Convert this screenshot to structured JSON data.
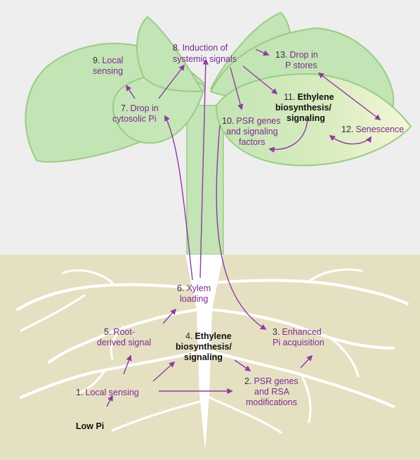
{
  "colors": {
    "sky": "#eeeeee",
    "soil": "#e6e0c3",
    "leaf_fill": "#c3e4b4",
    "leaf_edge": "#9acc86",
    "senescent_leaf": "#eef2c6",
    "root": "#ffffff",
    "arrow": "#8e3ca2",
    "label_text": "#7a2c8e",
    "emphasis_text": "#111111"
  },
  "steps": {
    "s1": {
      "num": "1.",
      "lines": [
        "Local sensing"
      ]
    },
    "s2": {
      "num": "2.",
      "lines": [
        "PSR genes",
        "and RSA",
        "modifications"
      ]
    },
    "s3": {
      "num": "3.",
      "lines": [
        "Enhanced",
        "Pi acquisition"
      ]
    },
    "s4": {
      "num": "4.",
      "lines": [
        "Ethylene",
        "biosynthesis/",
        "signaling"
      ]
    },
    "s5": {
      "num": "5.",
      "lines": [
        "Root-",
        "derived signal"
      ]
    },
    "s6": {
      "num": "6.",
      "lines": [
        "Xylem",
        "loading"
      ]
    },
    "s7": {
      "num": "7.",
      "lines": [
        "Drop in",
        "cytosolic Pi"
      ]
    },
    "s8": {
      "num": "8.",
      "lines": [
        "Induction of",
        "systemic signals"
      ]
    },
    "s9": {
      "num": "9.",
      "lines": [
        "Local",
        "sensing"
      ]
    },
    "s10": {
      "num": "10.",
      "lines": [
        "PSR genes",
        "and signaling",
        "factors"
      ]
    },
    "s11": {
      "num": "11.",
      "lines": [
        "Ethylene",
        "biosynthesis/",
        "signaling"
      ]
    },
    "s12": {
      "num": "12.",
      "lines": [
        "Senescence"
      ]
    },
    "s13": {
      "num": "13.",
      "lines": [
        "Drop in",
        "P stores"
      ]
    }
  },
  "low_pi": "Low Pi"
}
